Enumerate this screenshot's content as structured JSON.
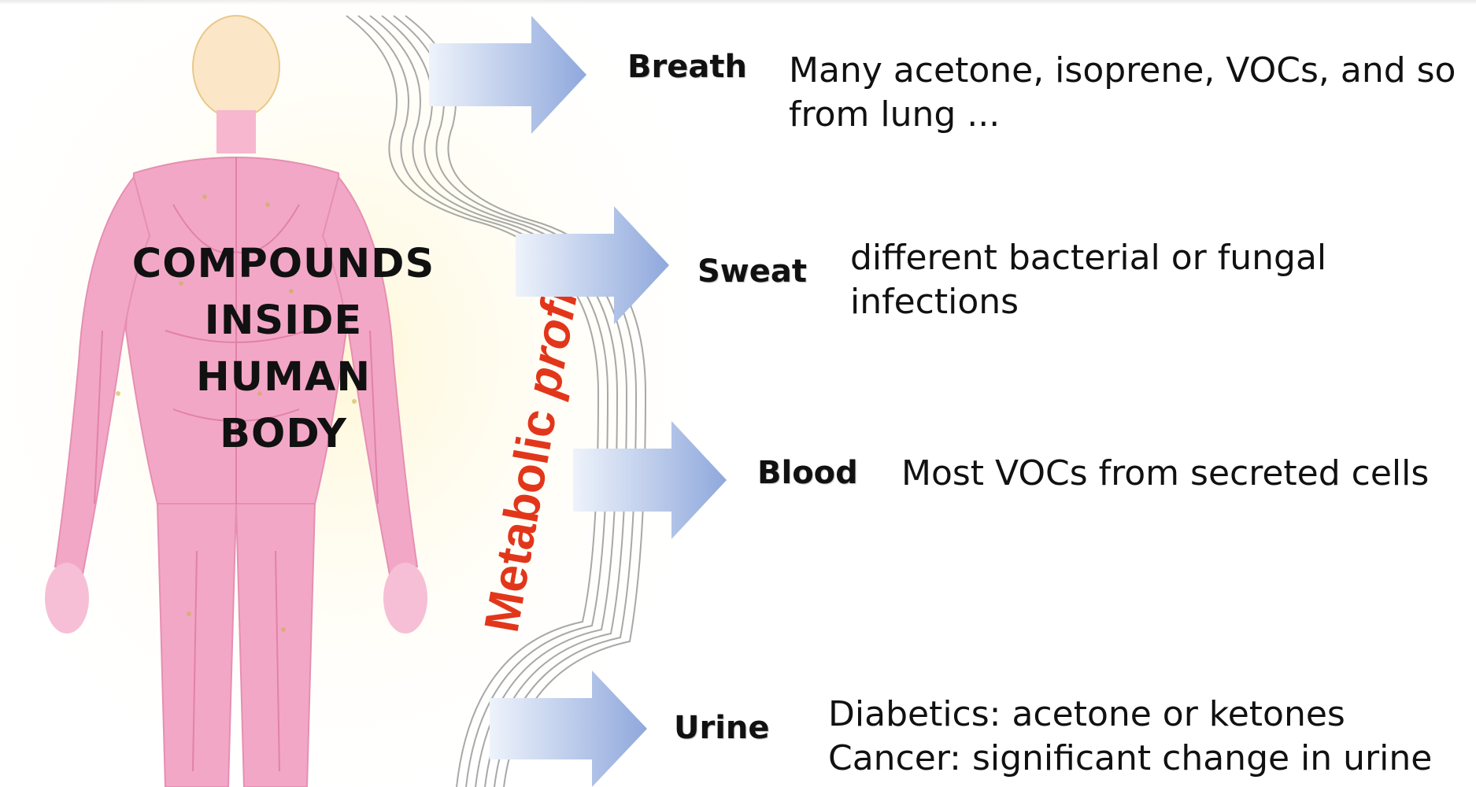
{
  "figure": {
    "title_lines": [
      "COMPOUNDS",
      "INSIDE",
      "HUMAN",
      "BODY"
    ],
    "side_label_1": "Metabolic",
    "side_label_2": "profile",
    "body_icon": "human-body-anatomy-illustration"
  },
  "rows": [
    {
      "label": "Breath",
      "desc_lines": [
        "Many  acetone, isoprene, VOCs, and so",
        "from lung ..."
      ]
    },
    {
      "label": "Sweat",
      "desc_lines": [
        "different bacterial or fungal",
        "infections"
      ]
    },
    {
      "label": "Blood",
      "desc_lines": [
        "Most VOCs from secreted  cells"
      ]
    },
    {
      "label": "Urine",
      "desc_lines": [
        "Diabetics: acetone or ketones",
        "Cancer: significant change in urine"
      ]
    }
  ],
  "colors": {
    "arrow_light": "#eef3fb",
    "arrow_dark": "#8fa8dc",
    "side_label": "#e2361b",
    "muscle": "#f3a7c6"
  }
}
